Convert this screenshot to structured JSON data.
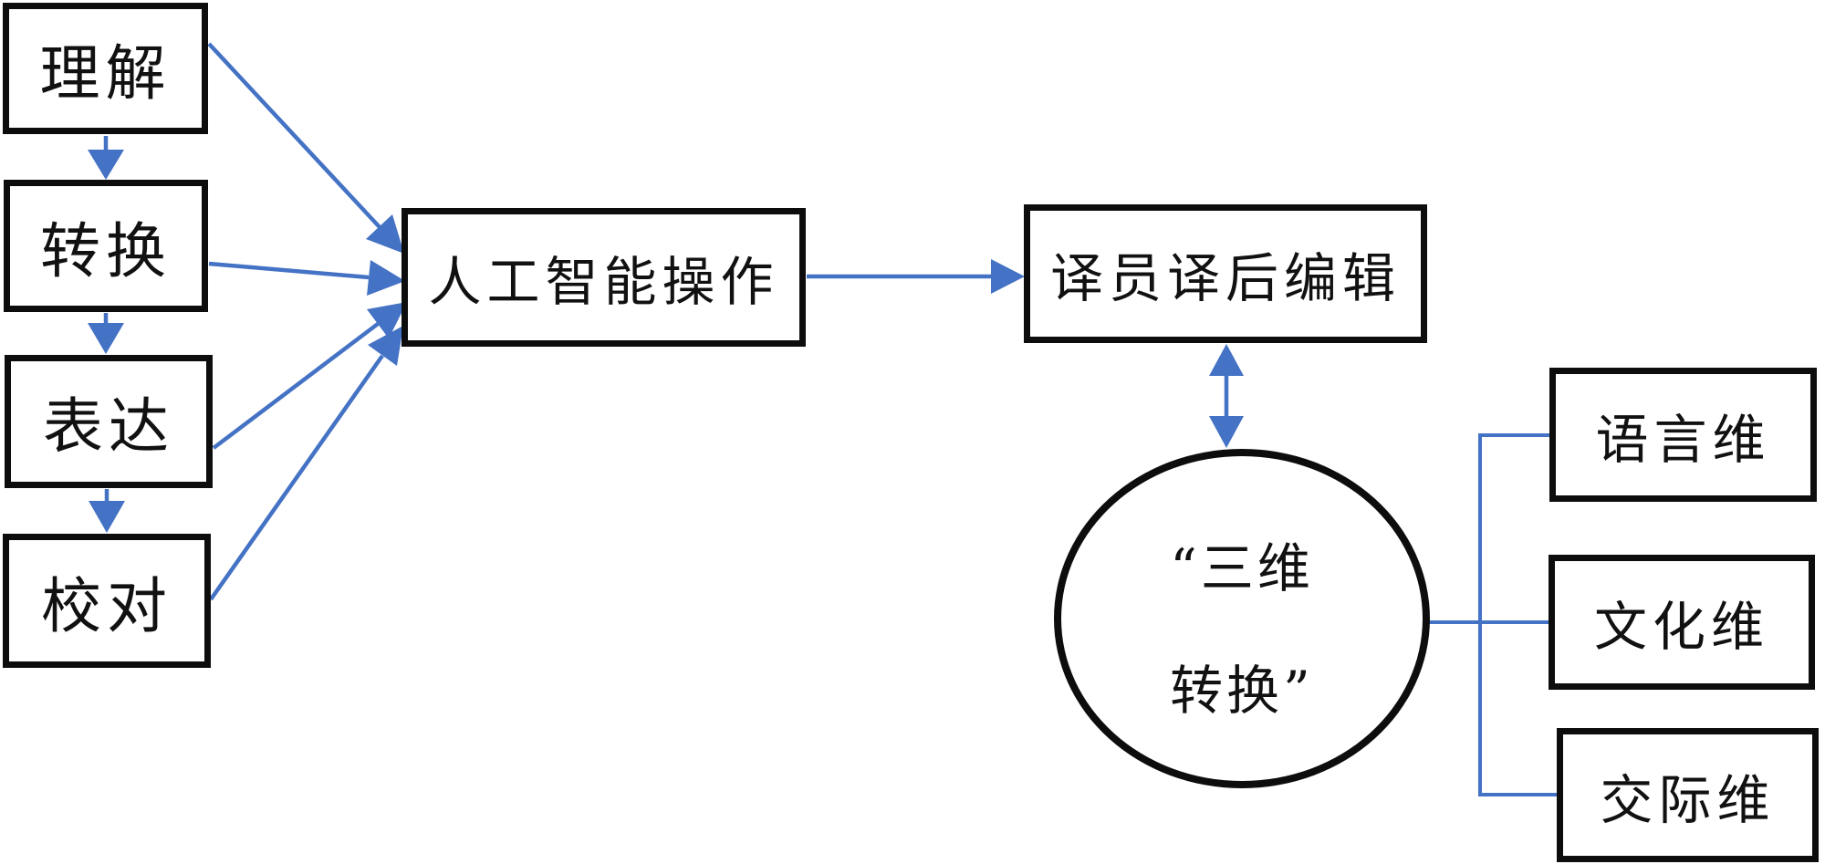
{
  "diagram": {
    "title_hint": "AI translation workflow with three-dimensional transformation",
    "left_flow": {
      "items": [
        {
          "label": "理解"
        },
        {
          "label": "转换"
        },
        {
          "label": "表达"
        },
        {
          "label": "校对"
        }
      ]
    },
    "center": {
      "ai_label": "人工智能操作",
      "postedit_label": "译员译后编辑"
    },
    "circle": {
      "line1": "“三维",
      "line2": "转换”"
    },
    "right_dimensions": {
      "items": [
        {
          "label": "语言维"
        },
        {
          "label": "文化维"
        },
        {
          "label": "交际维"
        }
      ]
    },
    "colors": {
      "arrow_blue": "#4472C4",
      "node_border": "#0d0d0d",
      "background": "#ffffff"
    }
  }
}
